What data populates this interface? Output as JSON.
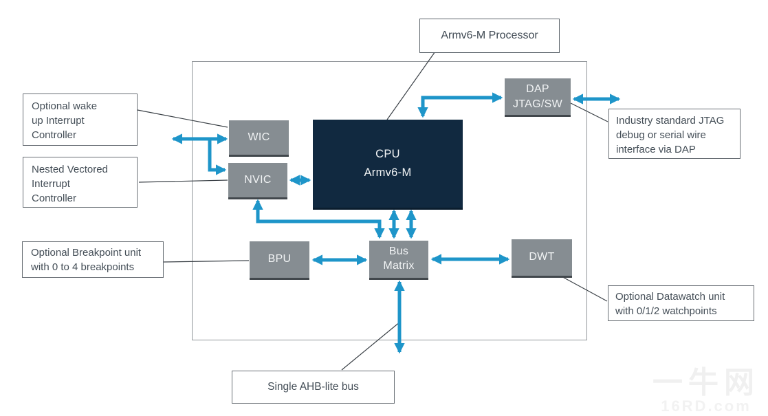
{
  "diagram": {
    "title": "Armv6-M Processor",
    "blocks": {
      "wic": "WIC",
      "nvic": "NVIC",
      "cpu": "CPU\nArmv6-M",
      "dap": "DAP\nJTAG/SW",
      "bpu": "BPU",
      "bus_matrix": "Bus\nMatrix",
      "dwt": "DWT"
    },
    "annotations": {
      "wake": "Optional wake\nup Interrupt\nController",
      "nvic": "Nested Vectored\nInterrupt\nController",
      "bpu": "Optional Breakpoint unit\nwith 0 to 4 breakpoints",
      "jtag": "Industry standard JTAG\ndebug or serial wire\ninterface via DAP",
      "dwt": "Optional Datawatch unit\nwith 0/1/2 watchpoints",
      "ahb": "Single AHB-lite bus"
    },
    "watermark": {
      "line1": "一牛网",
      "line2": "16RD.com"
    },
    "colors": {
      "arrow_blue": "#1e95c9",
      "cpu_fill": "#112940",
      "block_fill": "#868d92",
      "boundary_border": "#8f9498",
      "note_text": "#434d56"
    }
  }
}
